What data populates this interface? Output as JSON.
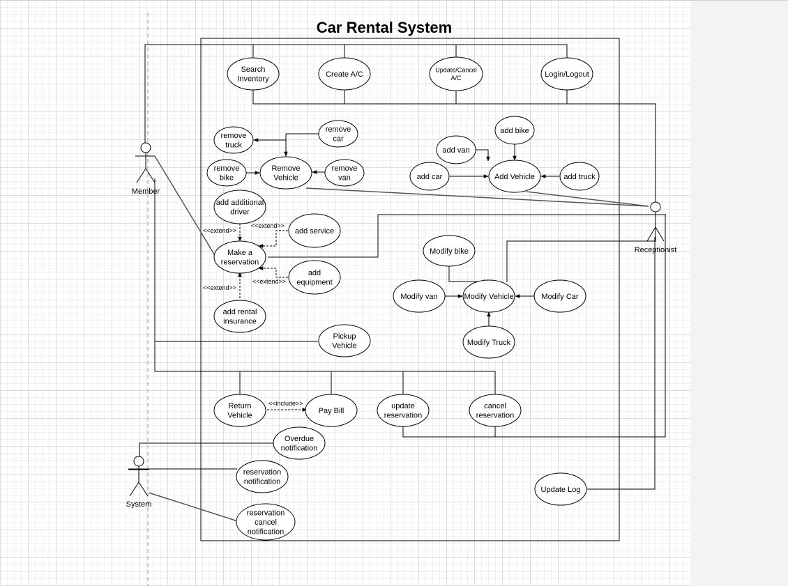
{
  "diagram": {
    "title": "Car Rental System",
    "actors": {
      "member": "Member",
      "receptionist": "Receptionist",
      "system": "System"
    },
    "use_cases": {
      "search_inventory": [
        "Search",
        "Inventory"
      ],
      "create_ac": [
        "Create A/C"
      ],
      "update_cancel_ac": [
        "Update/Cancel",
        "A/C"
      ],
      "login_logout": [
        "Login/Logout"
      ],
      "remove_truck": [
        "remove",
        "truck"
      ],
      "remove_car": [
        "remove",
        "car"
      ],
      "remove_bike": [
        "remove",
        "bike"
      ],
      "remove_vehicle": [
        "Remove",
        "Vehicle"
      ],
      "remove_van": [
        "remove",
        "van"
      ],
      "add_bike": [
        "add bike"
      ],
      "add_van": [
        "add van"
      ],
      "add_car": [
        "add car"
      ],
      "add_vehicle": [
        "Add Vehicle"
      ],
      "add_truck": [
        "add truck"
      ],
      "add_additional_driver": [
        "add additional",
        "driver"
      ],
      "add_service": [
        "add service"
      ],
      "make_reservation": [
        "Make a",
        "reservation"
      ],
      "add_equipment": [
        "add",
        "equipment"
      ],
      "add_rental_insurance": [
        "add rental",
        "insurance"
      ],
      "modify_bike": [
        "Modify bike"
      ],
      "modify_van": [
        "Modify van"
      ],
      "modify_vehicle": [
        "Modify Vehicle"
      ],
      "modify_car": [
        "Modify Car"
      ],
      "modify_truck": [
        "Modify Truck"
      ],
      "pickup_vehicle": [
        "Pickup",
        "Vehicle"
      ],
      "return_vehicle": [
        "Return",
        "Vehicle"
      ],
      "pay_bill": [
        "Pay Bill"
      ],
      "update_reservation": [
        "update",
        "reservation"
      ],
      "cancel_reservation": [
        "cancel",
        "reservation"
      ],
      "overdue_notification": [
        "Overdue",
        "notification"
      ],
      "reservation_notification": [
        "reservation",
        "notification"
      ],
      "update_log": [
        "Update Log"
      ],
      "reservation_cancel_notification": [
        "reservation",
        "cancel",
        "notification"
      ]
    },
    "stereotypes": {
      "extend_driver": "<<extend>>",
      "extend_service": "<<extend>>",
      "extend_equipment": "<<extend>>",
      "extend_insurance": "<<extend>>",
      "include_pay": "<<include>>"
    }
  }
}
